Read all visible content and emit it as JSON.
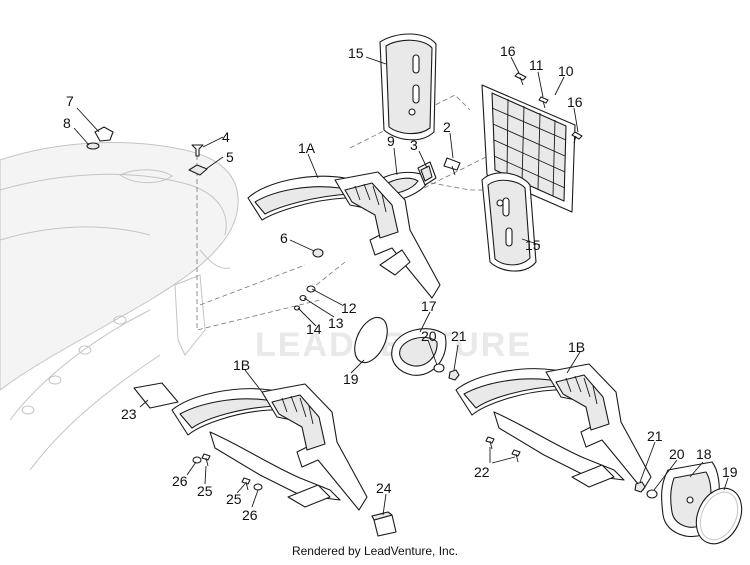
{
  "watermark": "LEADVENTURE",
  "credit": "Rendered by LeadVenture, Inc.",
  "callouts": {
    "c7": "7",
    "c8": "8",
    "c4": "4",
    "c5": "5",
    "c15a": "15",
    "c16a": "16",
    "c11": "11",
    "c10": "10",
    "c16b": "16",
    "c9": "9",
    "c3": "3",
    "c2": "2",
    "c1a": "1A",
    "c6": "6",
    "c15b": "15",
    "c12": "12",
    "c13": "13",
    "c14": "14",
    "c17": "17",
    "c20a": "20",
    "c21a": "21",
    "c19a": "19",
    "c1b_left": "1B",
    "c1b_right": "1B",
    "c23": "23",
    "c26a": "26",
    "c25a": "25",
    "c25b": "25",
    "c26b": "26",
    "c24": "24",
    "c22": "22",
    "c21b": "21",
    "c20b": "20",
    "c18": "18",
    "c19b": "19"
  }
}
